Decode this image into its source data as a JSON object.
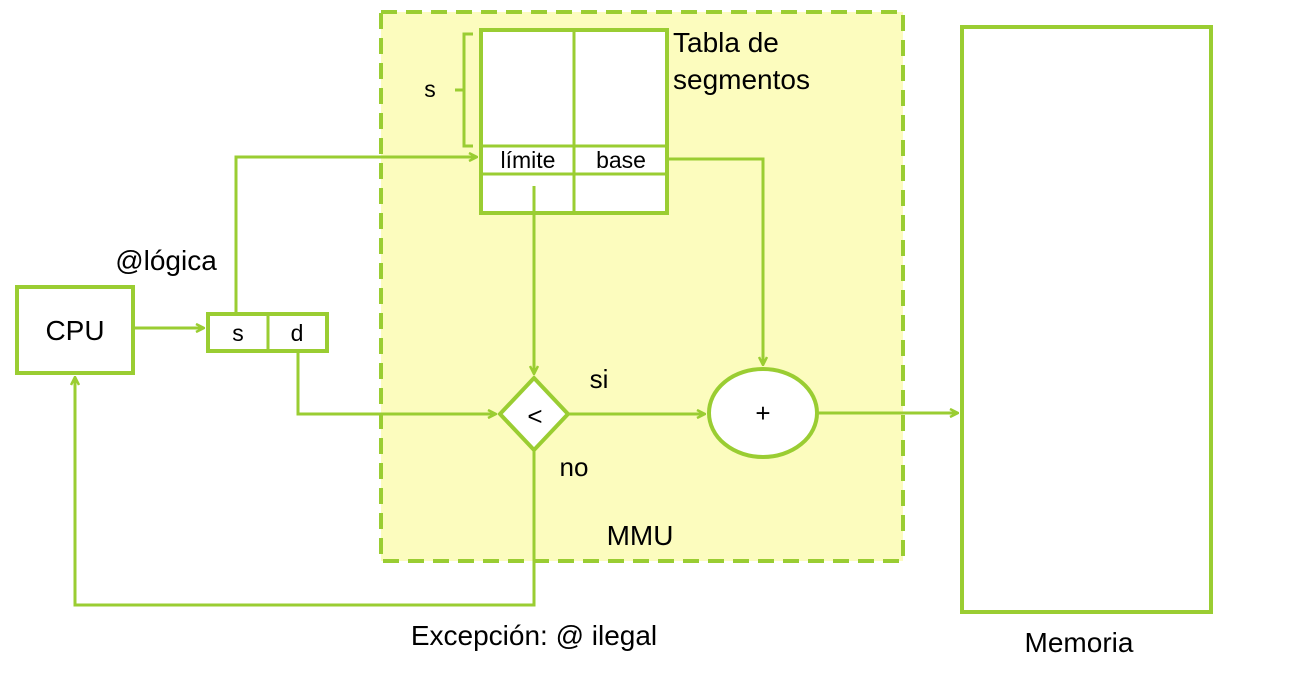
{
  "colors": {
    "stroke": "#9acd32",
    "mmu_fill": "#fcfcbe",
    "background": "#ffffff",
    "text": "#000000"
  },
  "labels": {
    "cpu": "CPU",
    "logical_address": "@lógica",
    "addr_s": "s",
    "addr_d": "d",
    "table_title_line1": "Tabla de",
    "table_title_line2": "segmentos",
    "table_index": "s",
    "limit": "límite",
    "base": "base",
    "compare": "<",
    "adder": "+",
    "yes": "si",
    "no": "no",
    "mmu": "MMU",
    "exception": "Excepción: @ ilegal",
    "memory": "Memoria"
  }
}
